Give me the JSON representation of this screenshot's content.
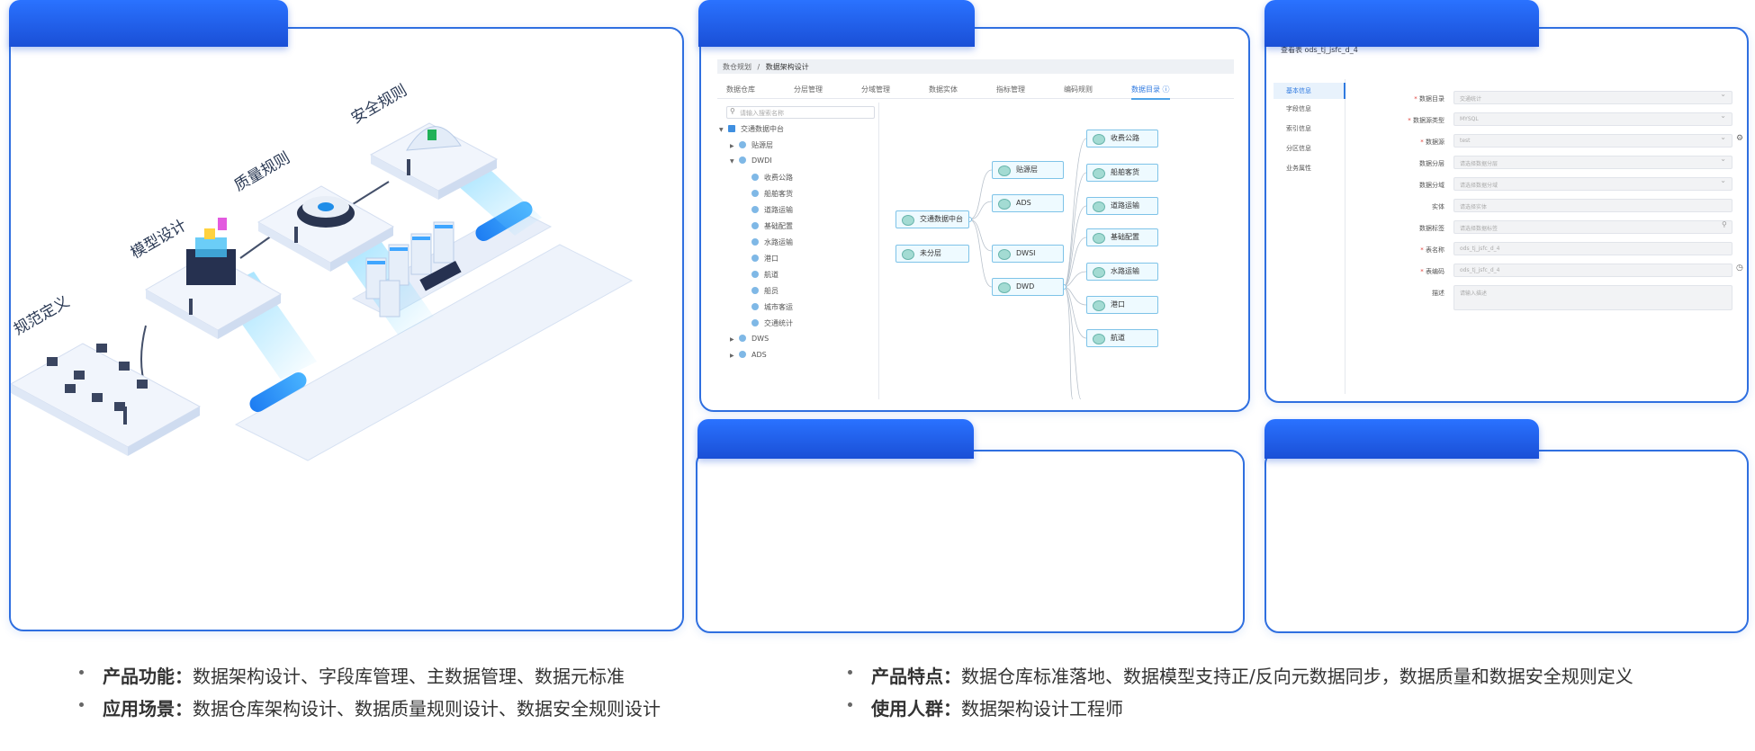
{
  "illustration": {
    "labels": [
      "规范定义",
      "模型设计",
      "质量规则",
      "安全规则"
    ]
  },
  "mid_screenshot": {
    "breadcrumb_root": "数仓规划",
    "breadcrumb_sep": "/",
    "breadcrumb_current": "数据架构设计",
    "tabs": [
      "数据仓库",
      "分层管理",
      "分域管理",
      "数据实体",
      "指标管理",
      "编码规则",
      "数据目录"
    ],
    "search_placeholder": "请输入搜索名称",
    "tree": [
      "交通数据中台",
      "贴源层",
      "DWDI",
      "收费公路",
      "船舶客货",
      "道路运输",
      "基础配置",
      "水路运输",
      "港口",
      "航道",
      "船员",
      "城市客运",
      "交通统计",
      "DWS",
      "ADS"
    ],
    "lineage_nodes": {
      "root": "交通数据中台",
      "unassigned": "未分层",
      "layers": [
        "贴源层",
        "ADS",
        "DWSI",
        "DWD"
      ],
      "domains": [
        "收费公路",
        "船舶客货",
        "道路运输",
        "基础配置",
        "水路运输",
        "港口",
        "航道"
      ]
    }
  },
  "right_screenshot": {
    "title": "查看表 ods_tj_jsfc_d_4",
    "side_items": [
      "基本信息",
      "字段信息",
      "索引信息",
      "分区信息",
      "业务属性"
    ],
    "fields": [
      {
        "label": "数据目录",
        "required": true,
        "value": "交通统计",
        "select": true
      },
      {
        "label": "数据源类型",
        "required": true,
        "value": "MYSQL",
        "select": true
      },
      {
        "label": "数据源",
        "required": true,
        "value": "test",
        "select": true
      },
      {
        "label": "数据分层",
        "required": false,
        "value": "请选择数据分层",
        "select": true
      },
      {
        "label": "数据分域",
        "required": false,
        "value": "请选择数据分域",
        "select": true
      },
      {
        "label": "实体",
        "required": false,
        "value": "请选择实体",
        "select": false
      },
      {
        "label": "数据标签",
        "required": false,
        "value": "请选择数据标签",
        "select": false
      },
      {
        "label": "表名称",
        "required": true,
        "value": "ods_tj_jsfc_d_4",
        "select": false
      },
      {
        "label": "表编码",
        "required": true,
        "value": "ods_tj_jsfc_d_4",
        "select": false
      },
      {
        "label": "描述",
        "required": false,
        "value": "请输入描述",
        "select": false
      }
    ]
  },
  "bullets_left": [
    {
      "key": "产品功能：",
      "text": "数据架构设计、字段库管理、主数据管理、数据元标准"
    },
    {
      "key": "应用场景：",
      "text": "数据仓库架构设计、数据质量规则设计、数据安全规则设计"
    }
  ],
  "bullets_right": [
    {
      "key": "产品特点：",
      "text": "数据仓库标准落地、数据模型支持正/反向元数据同步，数据质量和数据安全规则定义"
    },
    {
      "key": "使用人群：",
      "text": "数据架构设计工程师"
    }
  ],
  "colors": {
    "accent": "#2f6fe0",
    "tab": "#1a4fd6",
    "node_border": "#7ec3e8"
  }
}
